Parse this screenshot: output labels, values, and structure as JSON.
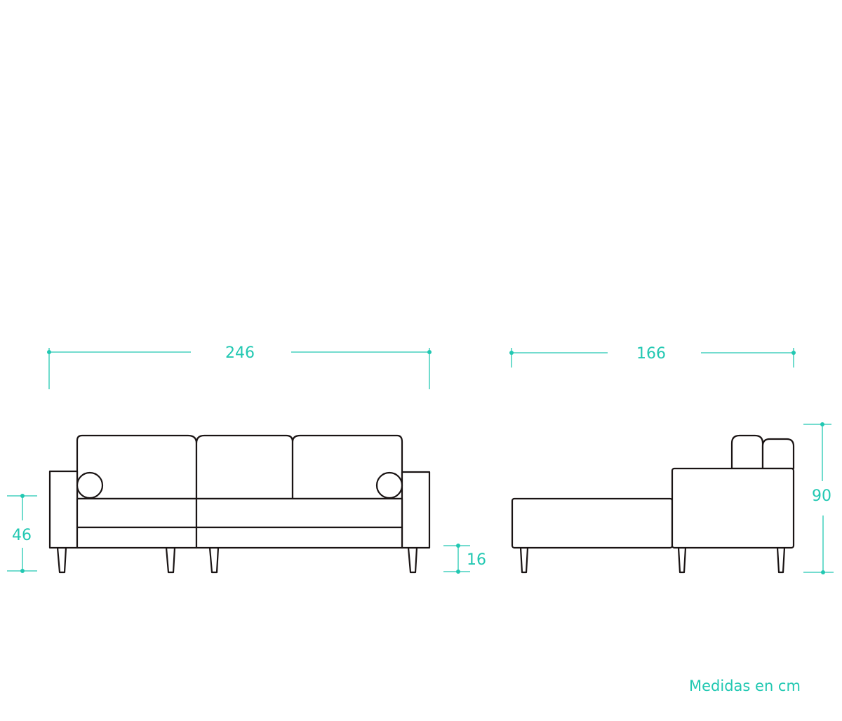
{
  "dimensions": {
    "front_width": "246",
    "side_depth": "166",
    "seat_height": "46",
    "leg_height": "16",
    "total_height": "90"
  },
  "note": "Medidas en cm",
  "colors": {
    "dimension": "#22c8b2",
    "outline": "#1a1414"
  }
}
